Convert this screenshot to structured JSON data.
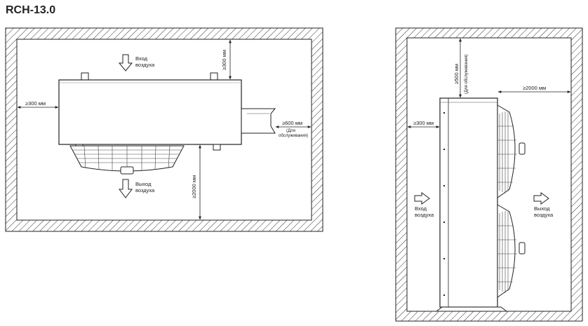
{
  "title": "RCH-13.0",
  "left_view": {
    "air_in": [
      "Вход",
      "воздуха"
    ],
    "air_out": [
      "Выход",
      "воздуха"
    ],
    "dim_top": "≥300 мм",
    "dim_left": "≥300 мм",
    "dim_right": "≥600 мм",
    "dim_right_note": [
      "(Для",
      "обслуживания)"
    ],
    "dim_bottom": "≥2000 мм"
  },
  "right_view": {
    "dim_top": "≥500 мм",
    "dim_top_note": "(Для обслуживания)",
    "dim_left": "≥300 мм",
    "dim_right": "≥2000 мм",
    "air_in": [
      "Вход",
      "воздуха"
    ],
    "air_out": [
      "Выход",
      "воздуха"
    ]
  }
}
